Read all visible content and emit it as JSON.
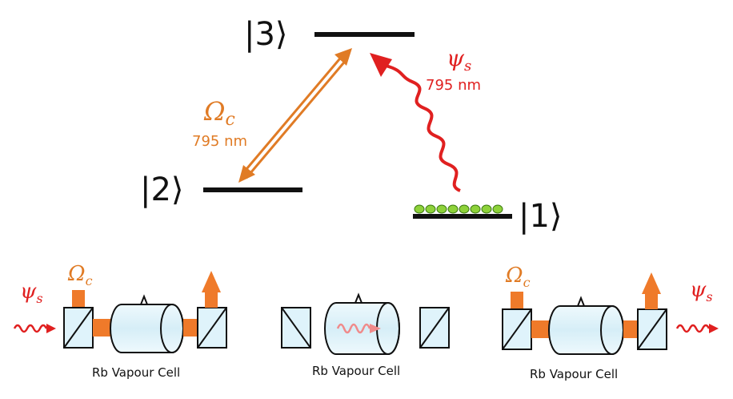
{
  "levels": {
    "level3": {
      "ket": "|3⟩"
    },
    "level2": {
      "ket": "|2⟩"
    },
    "level1": {
      "ket": "|1⟩"
    }
  },
  "control": {
    "symbol": "Ω",
    "subscript": "c",
    "wavelength": "795 nm"
  },
  "signal": {
    "symbol": "ψ",
    "subscript": "s",
    "wavelength": "795 nm"
  },
  "setups": [
    {
      "caption": "Rb Vapour Cell",
      "input_symbol": "ψ",
      "input_sub": "s",
      "control_symbol": "Ω",
      "control_sub": "c"
    },
    {
      "caption": "Rb Vapour Cell"
    },
    {
      "caption": "Rb Vapour Cell",
      "output_symbol": "ψ",
      "output_sub": "s",
      "control_symbol": "Ω",
      "control_sub": "c"
    }
  ],
  "colors": {
    "orange": "#e07b25",
    "red": "#e02020",
    "atoms": "#8ed23a",
    "cell": "#dff3fb"
  }
}
